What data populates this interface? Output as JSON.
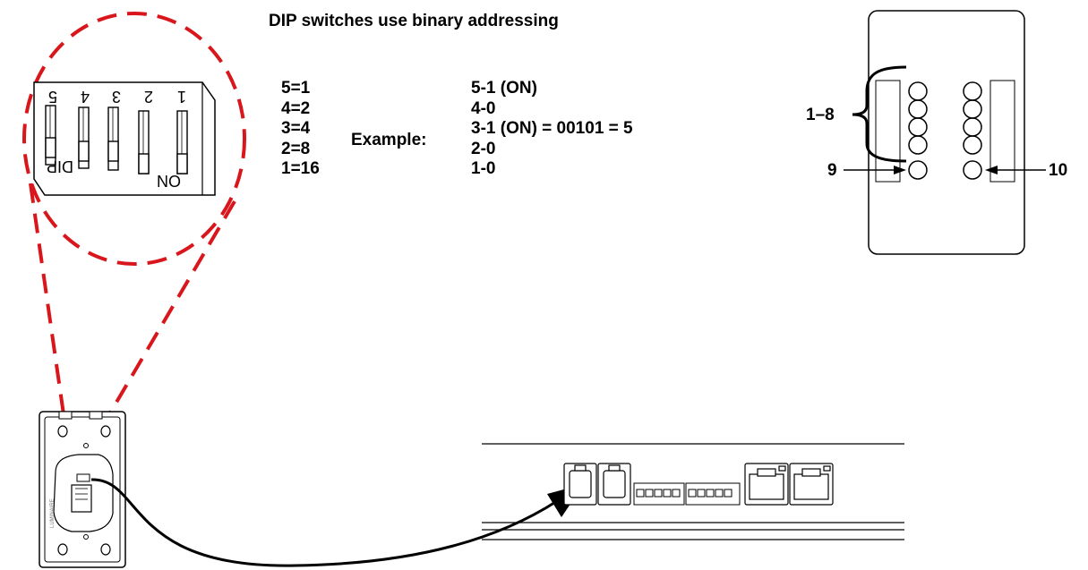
{
  "title": "DIP switches use binary addressing",
  "weights": [
    "5=1",
    "4=2",
    "3=4",
    "2=8",
    "1=16"
  ],
  "example": {
    "label": "Example:",
    "lines": [
      "5-1 (ON)",
      "4-0",
      "3-1 (ON) = 00101 = 5",
      "2-0",
      "1-0"
    ]
  },
  "dip_switch": {
    "numbers": [
      "5",
      "4",
      "3",
      "2",
      "1"
    ],
    "label_dip": "DIP",
    "label_on": "ON"
  },
  "callouts": {
    "leds": "1–8",
    "port_left": "9",
    "port_right": "10"
  },
  "device_brand": "LUMINAIRE",
  "colors": {
    "zoom_circle": "#d9161c",
    "lines": "#000000"
  }
}
